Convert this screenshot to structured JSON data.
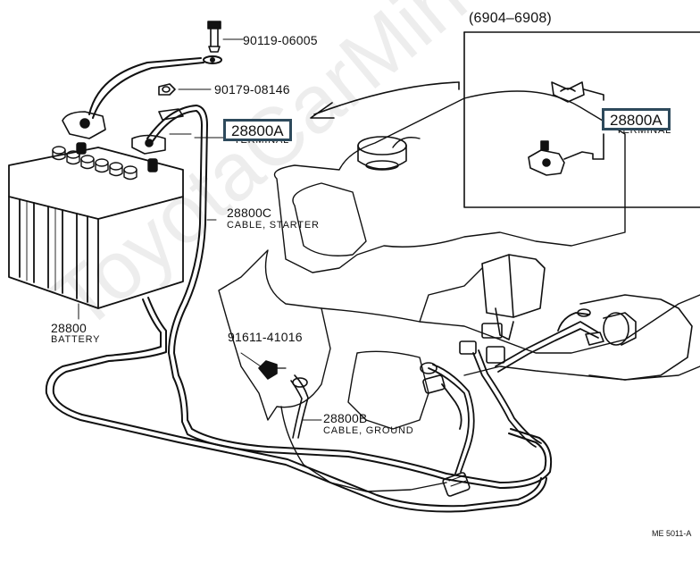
{
  "inset": {
    "range": "(6904–6908)"
  },
  "parts": {
    "bolt": "90119-06005",
    "nut": "90179-08146",
    "terminal_num": "28800A",
    "terminal_desc": "TERMINAL",
    "inset_terminal_num": "28800A",
    "inset_terminal_desc": "TERMINAL",
    "cable_starter_num": "28800C",
    "cable_starter_desc": "CABLE, STARTER",
    "battery_num": "28800",
    "battery_desc": "BATTERY",
    "ground_bolt": "91611-41016",
    "cable_ground_num": "28800B",
    "cable_ground_desc": "CABLE, GROUND"
  },
  "figure_code": "ME 5011-A",
  "watermark": "ToyotaCarMine.ru",
  "colors": {
    "highlight_border": "#2e4a5c",
    "line": "#111111"
  }
}
